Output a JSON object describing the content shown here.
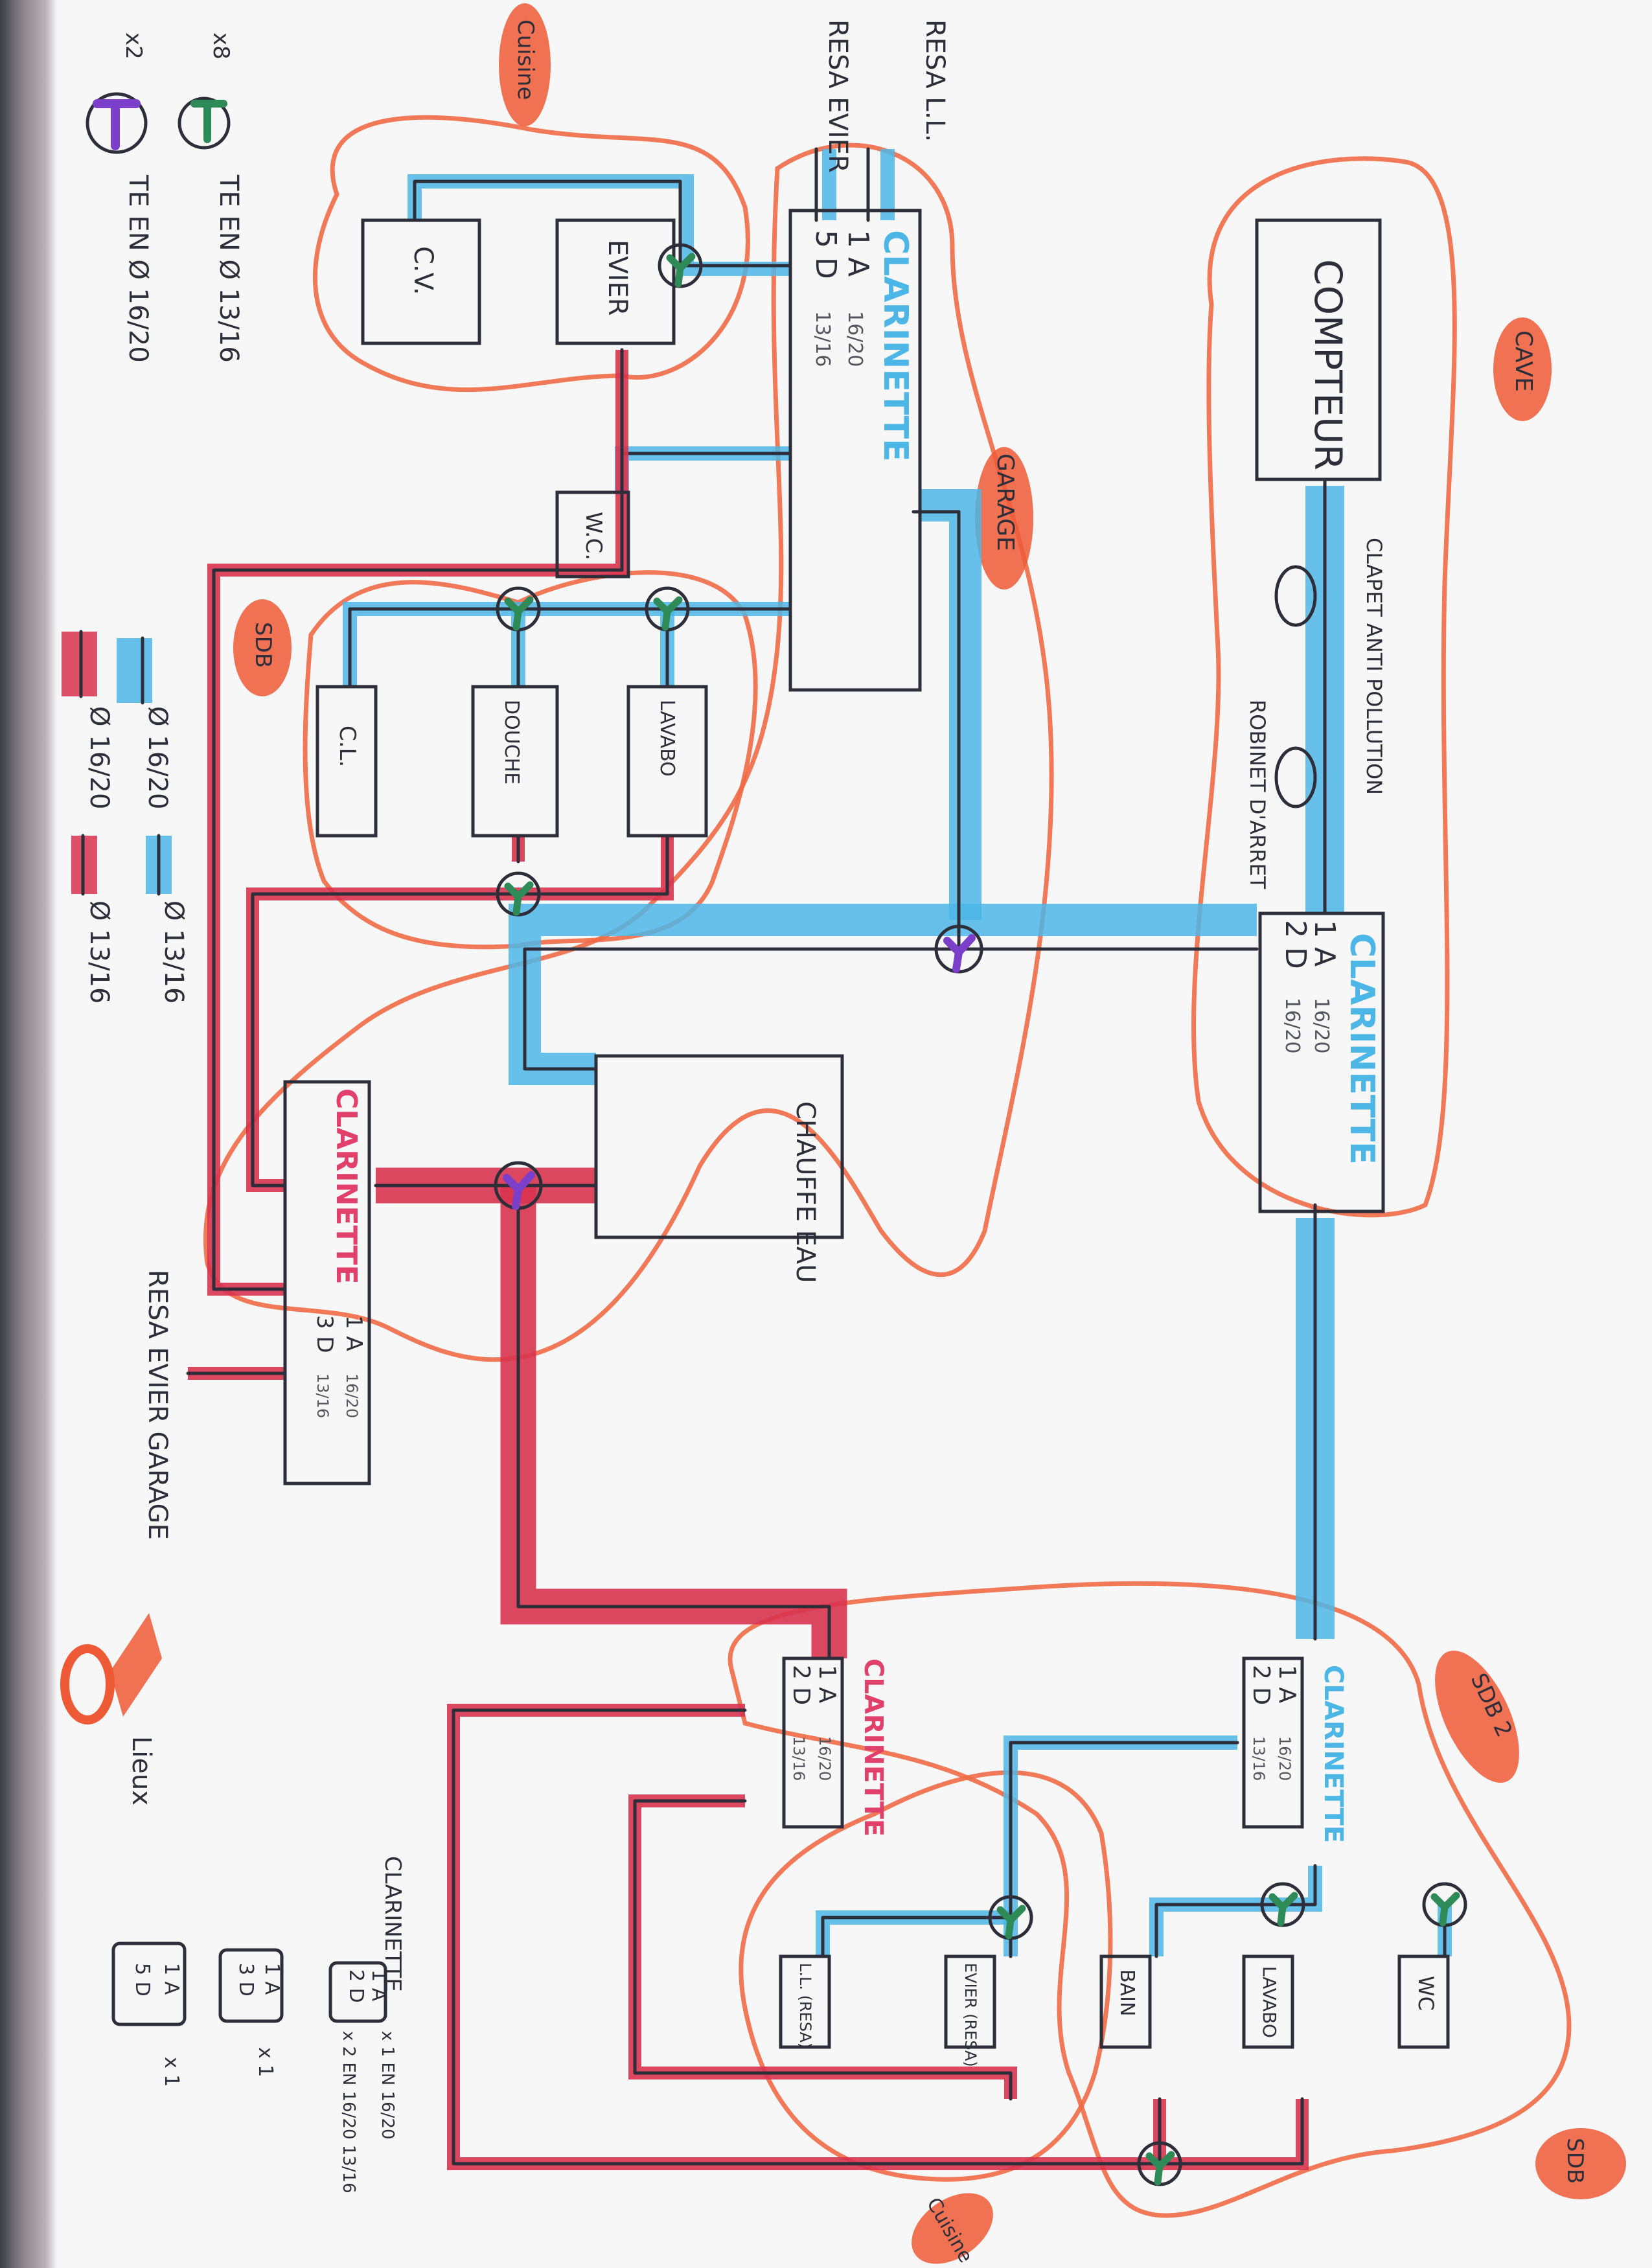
{
  "diagram": {
    "title": "Plumbing distribution schematic (manifold / clarinette layout)",
    "orientation": "rotated 90 degrees clockwise"
  },
  "legend": {
    "tees": [
      {
        "quantity": "x8",
        "color": "#2e8b57",
        "symbol": "T",
        "label": "TE EN Ø 13/16"
      },
      {
        "quantity": "x2",
        "color": "#7b3fc9",
        "symbol": "T",
        "label": "TE EN Ø 16/20"
      }
    ],
    "pipes": [
      {
        "type": "cold",
        "color": "#4cb6e6",
        "size": "thick",
        "label": "Ø 16/20"
      },
      {
        "type": "hot",
        "color": "#d8334f",
        "size": "thick",
        "label": "Ø 16/20"
      },
      {
        "type": "cold",
        "color": "#4cb6e6",
        "size": "thin",
        "label": "Ø 13/16"
      },
      {
        "type": "hot",
        "color": "#d8334f",
        "size": "thin",
        "label": "Ø 13/16"
      }
    ],
    "heat_symbol": {
      "label": "Lieux"
    }
  },
  "zones": {
    "cave": "CAVE",
    "garage": "GARAGE",
    "sdb_ground": "SDB",
    "cuisine_top": "Cuisine",
    "sdb2": "SDB 2",
    "sdb_bottom": "SDB",
    "cuisine_bottom": "Cuisine"
  },
  "components": {
    "compteur": "COMPTEUR",
    "clapet": "CLAPET ANTI POLLUTION",
    "robinet": "ROBINET D'ARRET",
    "chauffe_eau": "CHAUFFE EAU",
    "cv": "C.V.",
    "evier": "EVIER",
    "wc_top": "W.C.",
    "cl_sdb": "C.L.",
    "douche": "DOUCHE",
    "lavabo_top": "LAVABO",
    "resa_ll": "RESA L.L.",
    "resa_evier": "RESA EVIER",
    "resa_evier_garage": "RESA EVIER GARAGE",
    "ll_cuisine": "L.L. (RESA)",
    "evier_cuisine": "EVIER (RESA)",
    "bain": "BAIN",
    "lavabo_bottom": "LAVABO",
    "wc_bottom": "WC"
  },
  "clarinettes": [
    {
      "id": "main-cold",
      "title": "CLARINETTE",
      "color": "#4cb6e6",
      "line1": "1 A",
      "line1_size": "16/20",
      "line2": "2 D",
      "line2_size": "16/20"
    },
    {
      "id": "garage-cold",
      "title": "CLARINETTE",
      "color": "#4cb6e6",
      "line1": "1 A",
      "line1_size": "16/20",
      "line2": "5 D",
      "line2_size": "13/16"
    },
    {
      "id": "ground-hot",
      "title": "CLARINETTE",
      "color": "#e0406a",
      "line1": "1 A",
      "line1_size": "16/20",
      "line2": "3 D",
      "line2_size": "13/16"
    },
    {
      "id": "upstairs-cold",
      "title": "CLARINETTE",
      "color": "#4cb6e6",
      "line1": "1 A",
      "line1_size": "16/20",
      "line2": "2 D",
      "line2_size": "13/16"
    },
    {
      "id": "upstairs-hot",
      "title": "CLARINETTE",
      "color": "#e0406a",
      "line1": "1 A",
      "line1_size": "16/20",
      "line2": "2 D",
      "line2_size": "13/16"
    }
  ],
  "bill_of_materials": {
    "title": "CLARINETTE",
    "items": [
      {
        "config_line1": "1 A",
        "config_line2": "2 D",
        "qty": "x 1 EN 16/20",
        "qty2": "x 2 EN 16/20 13/16"
      },
      {
        "config_line1": "1 A",
        "config_line2": "3 D",
        "qty": "x 1"
      },
      {
        "config_line1": "1 A",
        "config_line2": "5 D",
        "qty": "x 1"
      }
    ]
  }
}
